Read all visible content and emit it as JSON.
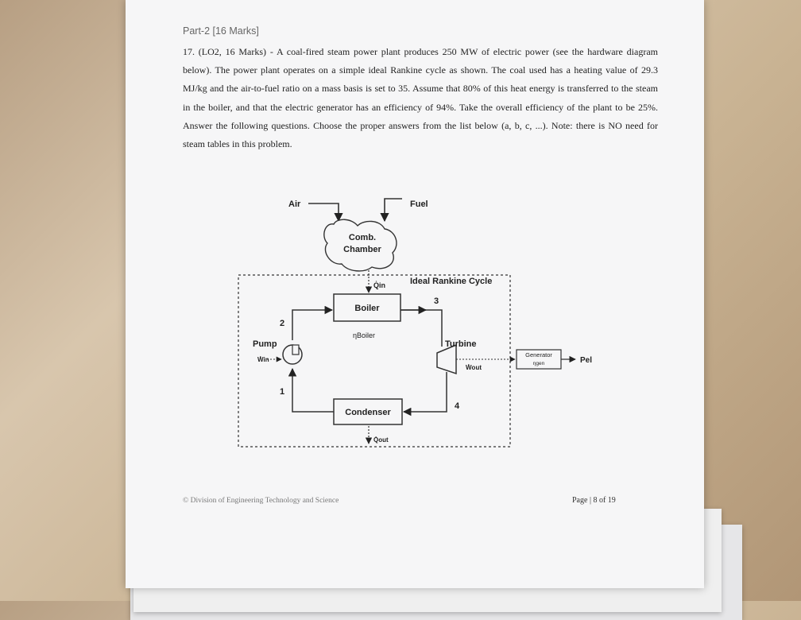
{
  "document": {
    "part_title": "Part-2 [16 Marks]",
    "question_text": "17. (LO2, 16 Marks) - A coal-fired steam power plant produces 250 MW of electric power (see the hardware diagram below). The power plant operates on a simple ideal Rankine cycle as shown. The coal used has a heating value of 29.3 MJ/kg and the air-to-fuel ratio on a mass basis is set to 35. Assume that 80% of this heat energy is transferred to the steam in the boiler, and that the electric generator has an efficiency of 94%. Take the overall efficiency of the plant to be 25%. Answer the following questions. Choose the proper answers from the list below (a, b, c, ...). Note: there is NO need for steam tables in this problem.",
    "footer_left": "© Division of Engineering Technology and Science",
    "footer_right": "Page | 8  of 19"
  },
  "diagram": {
    "air_label": "Air",
    "fuel_label": "Fuel",
    "comb_label_1": "Comb.",
    "comb_label_2": "Chamber",
    "cycle_label": "Ideal Rankine Cycle",
    "qin_label": "Q̇in",
    "boiler_label": "Boiler",
    "eta_boiler_label": "ηBoiler",
    "pump_label": "Pump",
    "w_in_label": "Ẇin",
    "turbine_label": "Turbine",
    "w_out_label": "Ẇout",
    "generator_label": "Generator",
    "eta_gen_label": "ηgen",
    "p_el_label": "Pel",
    "condenser_label": "Condenser",
    "q_out_label": "Q̇out",
    "state_1": "1",
    "state_2": "2",
    "state_3": "3",
    "state_4": "4"
  }
}
